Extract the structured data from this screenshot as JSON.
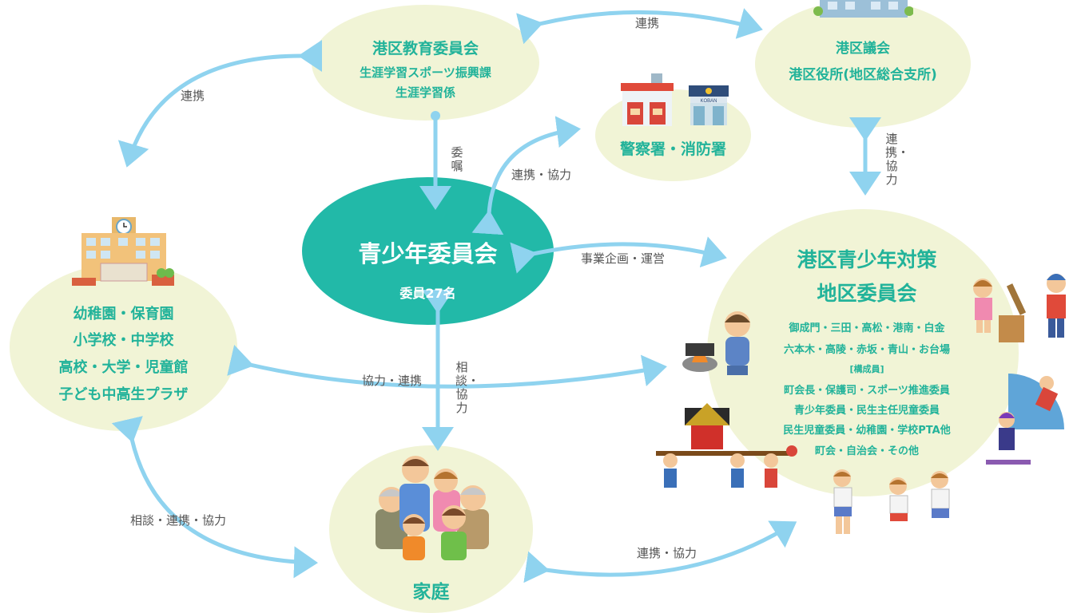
{
  "colors": {
    "blob": "#f1f4d6",
    "teal": "#22b9a8",
    "green_text": "#22b39a",
    "arrow": "#8fd3ef"
  },
  "education_board": {
    "title": "港区教育委員会",
    "line1": "生涯学習スポーツ振興課",
    "line2": "生涯学習係"
  },
  "ward": {
    "line1": "港区議会",
    "line2": "港区役所(地区総合支所)"
  },
  "police_fire": {
    "title": "警察署・消防署"
  },
  "youth_committee": {
    "title": "青少年委員会",
    "sub": "委員27名"
  },
  "schools": {
    "lines": [
      "幼稚園・保育園",
      "小学校・中学校",
      "高校・大学・児童館",
      "子ども中高生プラザ"
    ]
  },
  "district": {
    "title1": "港区青少年対策",
    "title2": "地区委員会",
    "lines": [
      "御成門・三田・高松・港南・白金",
      "六本木・高陵・赤坂・青山・お台場",
      "[構成員]",
      "町会長・保護司・スポーツ推進委員",
      "青少年委員・民生主任児童委員",
      "民生児童委員・幼稚園・学校PTA他",
      "町会・自治会・その他"
    ]
  },
  "family": {
    "title": "家庭"
  },
  "labels": {
    "edu_ward": "連携",
    "edu_school": "連携",
    "commission": "委嘱",
    "police": "連携・協力",
    "ward_district": "連携・協力",
    "planning": "事業企画・運営",
    "school_link": "協力・連携",
    "consult_family": "相談・協力",
    "school_family": "相談・連携・協力",
    "family_district": "連携・協力"
  },
  "icons": [
    "school-building-icon",
    "fire-station-icon",
    "police-box-icon",
    "city-hall-icon",
    "family-icon",
    "children-festival-icon",
    "skier-icon",
    "campfire-icon",
    "running-kids-icon"
  ]
}
